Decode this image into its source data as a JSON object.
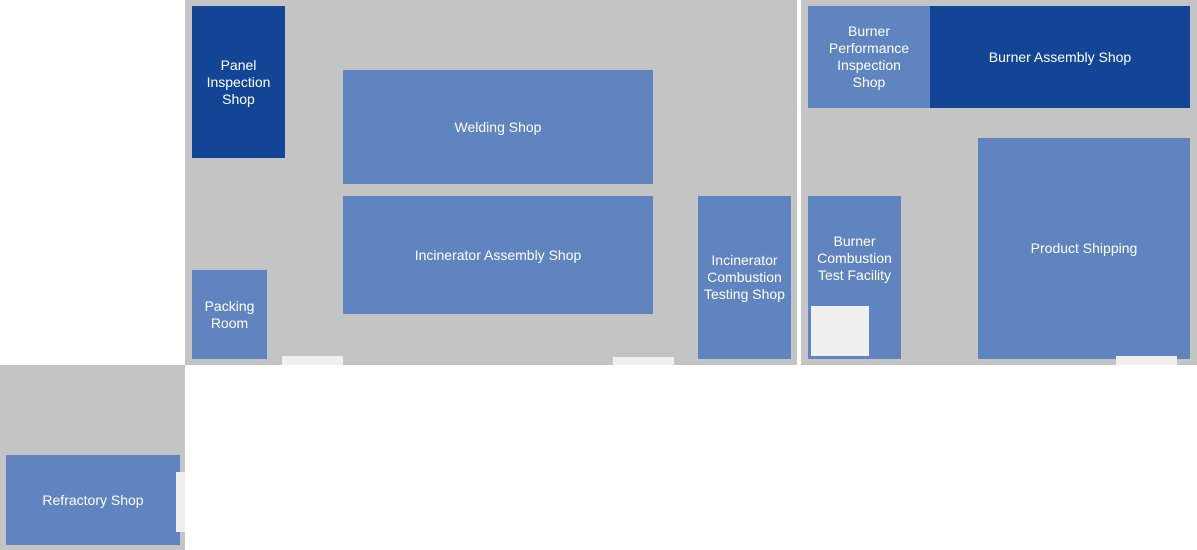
{
  "map": {
    "colors": {
      "floor": "#c4c4c4",
      "room_standard": "#5f84bf",
      "room_highlight": "#124596",
      "door": "#f0f0f0",
      "background": "#ffffff"
    },
    "rooms": {
      "panel_inspection": "Panel Inspection Shop",
      "welding": "Welding Shop",
      "incinerator_assembly": "Incinerator Assembly Shop",
      "packing": "Packing Room",
      "incinerator_testing": "Incinerator Combustion Testing Shop",
      "burner_performance": "Burner Performance Inspection Shop",
      "burner_assembly": "Burner Assembly Shop",
      "burner_combustion": "Burner Combustion Test Facility",
      "product_shipping": "Product Shipping",
      "refractory": "Refractory Shop"
    }
  }
}
